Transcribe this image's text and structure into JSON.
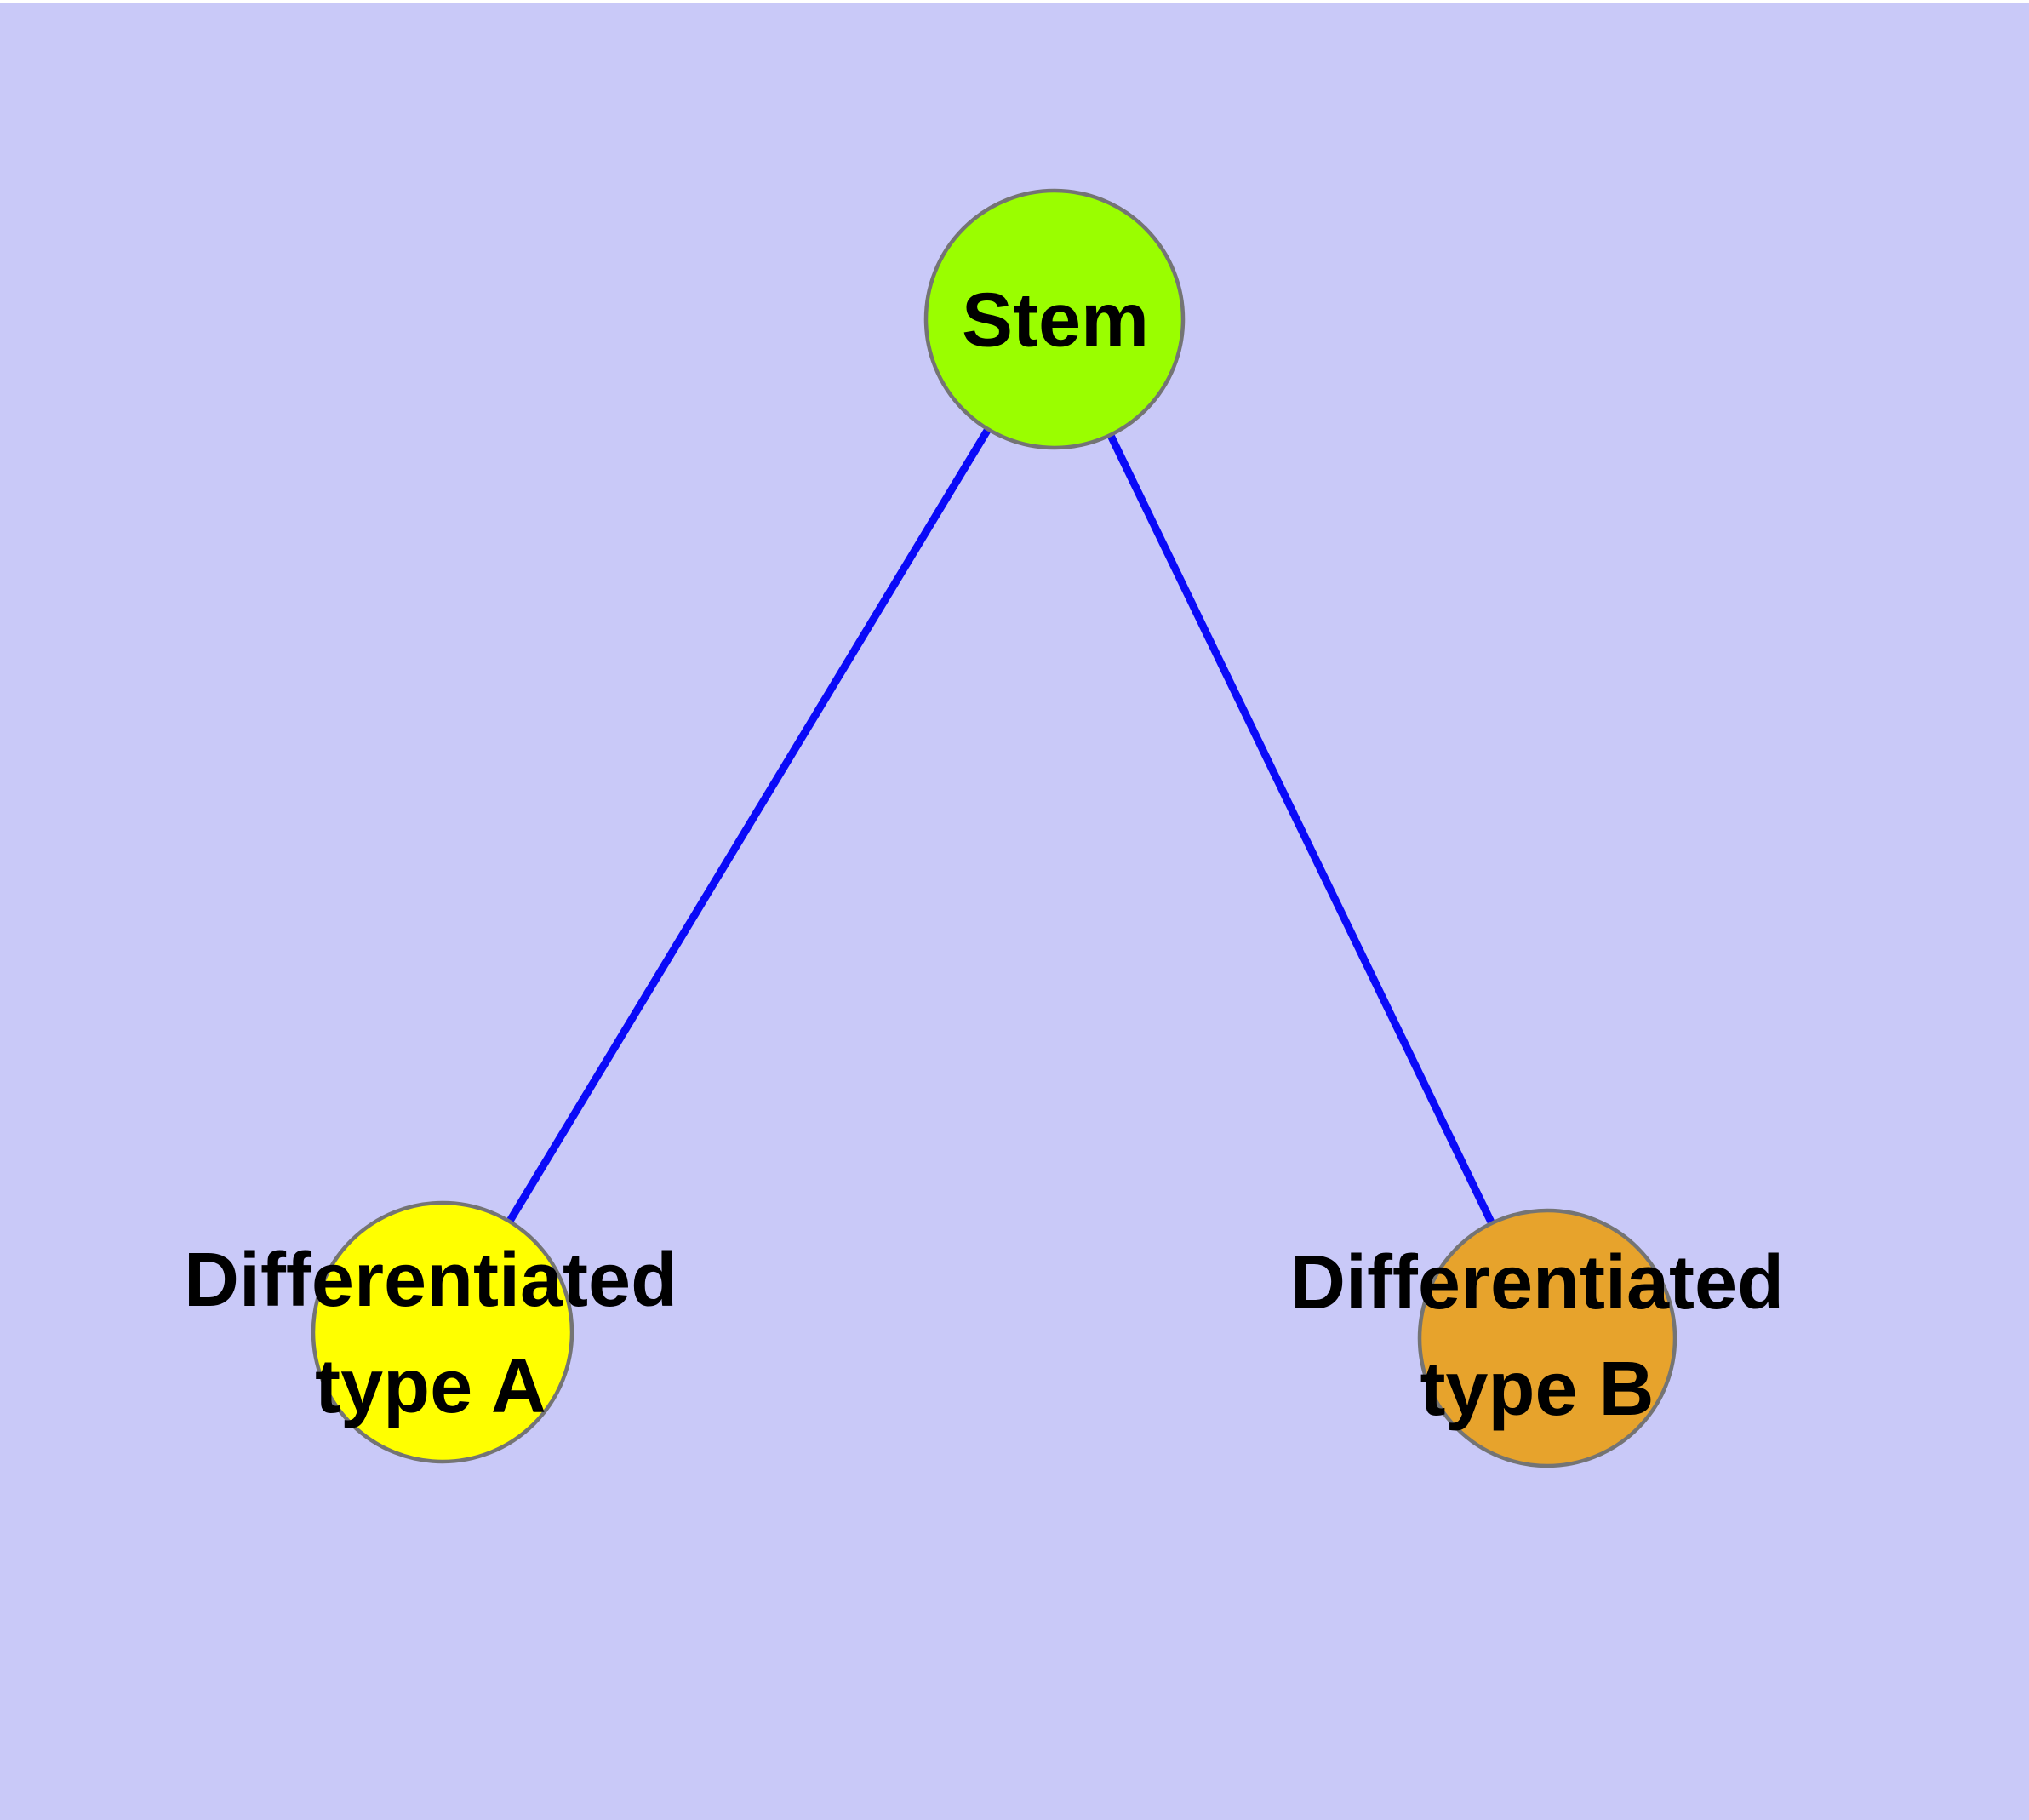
{
  "diagram": {
    "type": "graph",
    "background_color": "#c9c9f8",
    "top_margin_color": "#ffffff",
    "edge_color": "#0a0af8",
    "node_border_color": "#747474",
    "label_color": "#000000",
    "nodes": [
      {
        "id": "stem",
        "label": "Stem",
        "color": "#9afe00"
      },
      {
        "id": "differentiated-type-a",
        "label_line1": "Differentiated",
        "label_line2": "type A",
        "color": "#ffff00"
      },
      {
        "id": "differentiated-type-b",
        "label_line1": "Differentiated",
        "label_line2": "type B",
        "color": "#e7a32c"
      }
    ],
    "edges": [
      {
        "from": "Stem",
        "to": "Differentiated type A"
      },
      {
        "from": "Stem",
        "to": "Differentiated type B"
      }
    ]
  }
}
